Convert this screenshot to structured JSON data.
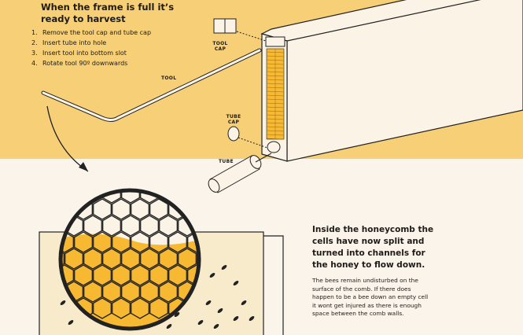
{
  "harvest": {
    "title": "When the frame is full it’s ready to harvest",
    "steps": [
      {
        "num": "1.",
        "text": "Remove the tool cap and tube cap"
      },
      {
        "num": "2.",
        "text": "Insert tube into hole"
      },
      {
        "num": "3.",
        "text": "Insert tool into bottom slot"
      },
      {
        "num": "4.",
        "text": "Rotate tool 90º downwards"
      }
    ]
  },
  "labels": {
    "tool_cap": "TOOL CAP",
    "tool": "TOOL",
    "tube_cap": "TUBE CAP",
    "tube": "TUBE"
  },
  "inside": {
    "heading": "Inside the honeycomb the cells have now split and turned into channels for the honey to flow down.",
    "body": "The bees remain undisturbed on the surface of the comb. If there does happen to be a bee down an empty cell it wont get injured as there is enough space between the comb walls."
  },
  "colors": {
    "yellow": "#f6cf77",
    "cream": "#faf4ea",
    "honey": "#f7b932",
    "ink": "#1e1b18"
  }
}
